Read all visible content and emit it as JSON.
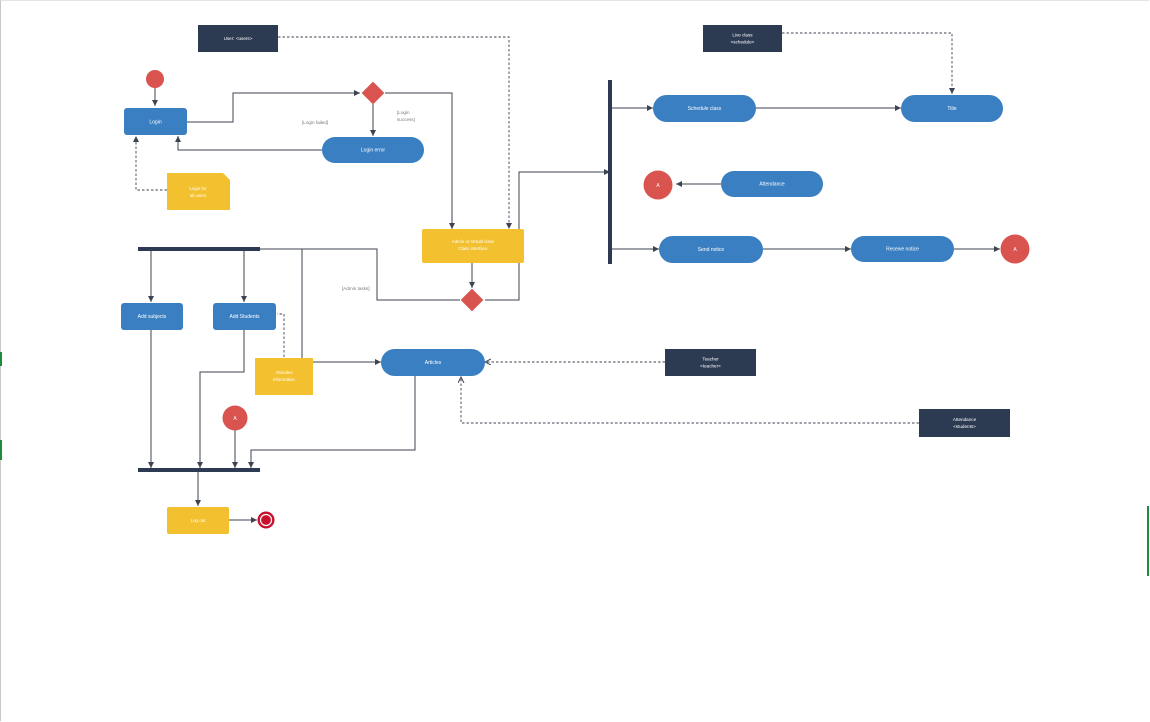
{
  "colors": {
    "action": "#3a7fc2",
    "decision": "#d9534f",
    "terminal": "#d9534f",
    "note": "#f3c02f",
    "object": "#2c3a52",
    "bar": "#2c3a52",
    "connector": "#3d4451"
  },
  "nodes": {
    "login": "Login",
    "login_error": "Login error",
    "login_note": [
      "Login for",
      "all users"
    ],
    "user_object": "User: <users>",
    "admin_screen": [
      "Admin or Virtual class",
      "Class interface"
    ],
    "schedule_class": "Schedule class",
    "title": "Title",
    "live_class_object": [
      "Live class",
      "<schedule>"
    ],
    "attendance_action": "Attendance",
    "send_notice": "Send notice",
    "receive_notice": "Receive notice",
    "connector_a": "A",
    "add_subjects": "Add subjects",
    "add_students": "Add Students",
    "attendance_note": [
      "Attendee",
      "information"
    ],
    "articles": "Articles",
    "teacher_object": [
      "Teacher",
      "<teacher>"
    ],
    "attendance_object": [
      "Attendance",
      "<students>"
    ],
    "log_out": "Log out"
  },
  "guards": {
    "login_failed": "[Login failed]",
    "login_success": [
      "[Login",
      "success]"
    ],
    "admin_tasks": "[Admin tasks]"
  }
}
